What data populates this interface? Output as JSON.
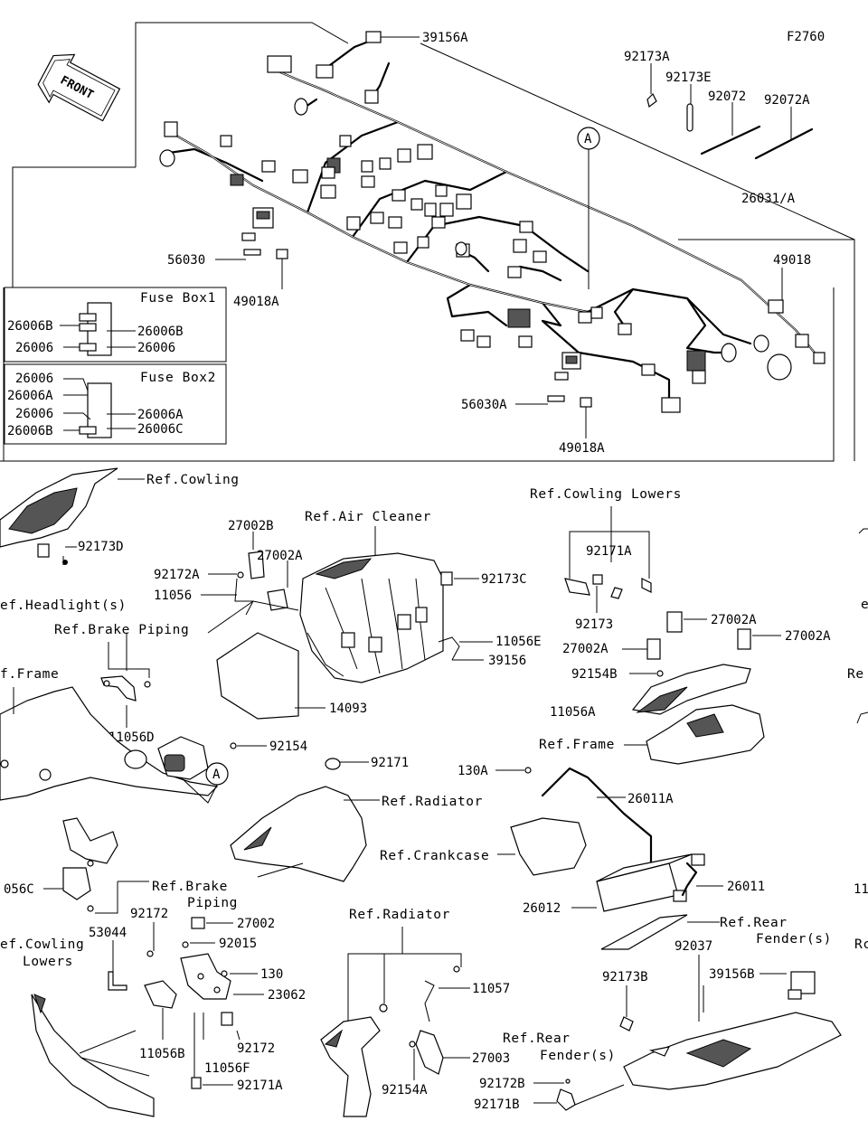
{
  "figure_code": "F2760",
  "front_arrow_label": "FRONT",
  "callout_letter": "A",
  "fuse_boxes": [
    {
      "title": "Fuse Box1",
      "left_labels": [
        "26006B",
        "26006"
      ],
      "right_labels": [
        "26006B",
        "26006"
      ]
    },
    {
      "title": "Fuse Box2",
      "left_labels": [
        "26006",
        "26006A",
        "26006",
        "26006B"
      ],
      "right_labels": [
        "26006A",
        "26006C"
      ]
    }
  ],
  "harness_labels": {
    "p39156A": "39156A",
    "p92173A": "92173A",
    "p92173E": "92173E",
    "p92072": "92072",
    "p92072A": "92072A",
    "p26031A": "26031/A",
    "p49018": "49018",
    "p56030": "56030",
    "p49018A_1": "49018A",
    "p56030A": "56030A",
    "p49018A_2": "49018A"
  },
  "lower_labels": {
    "p27002B": "27002B",
    "p27002A_1": "27002A",
    "p92172A": "92172A",
    "p11056": "11056",
    "p92173C": "92173C",
    "p11056E": "11056E",
    "p39156": "39156",
    "p14093": "14093",
    "p92173D": "92173D",
    "p11056D": "11056D",
    "p92154": "92154",
    "p92171": "92171",
    "p92171A_top": "92171A",
    "p92173": "92173",
    "p27002A_2": "27002A",
    "p27002A_3": "27002A",
    "p27002A_4": "27002A",
    "p92154B": "92154B",
    "p11056A": "11056A",
    "p130A": "130A",
    "p26011A": "26011A",
    "p26011": "26011",
    "p26012": "26012",
    "p92037": "92037",
    "p39156B": "39156B",
    "p92173B": "92173B",
    "p92172B": "92172B",
    "p92171B": "92171B",
    "p11057": "11057",
    "p27003": "27003",
    "p92154A": "92154A",
    "p056C": "056C",
    "p92172_1": "92172",
    "p53044": "53044",
    "p27002": "27002",
    "p92015": "92015",
    "p130": "130",
    "p23062": "23062",
    "p11056B": "11056B",
    "p11056F": "11056F",
    "p92172_2": "92172",
    "p92171A_bottom": "92171A",
    "p11_edge": "11"
  },
  "ref_labels": {
    "cowling": "Ref.Cowling",
    "air_cleaner": "Ref.Air Cleaner",
    "cowling_lowers_top": "Ref.Cowling Lowers",
    "headlight": "ef.Headlight(s)",
    "brake_piping_1": "Ref.Brake Piping",
    "frame_left": "f.Frame",
    "frame_mid": "Ref.Frame",
    "radiator_1": "Ref.Radiator",
    "crankcase": "Ref.Crankcase",
    "brake_piping_2a": "Ref.Brake",
    "brake_piping_2b": "Piping",
    "rear_fender_1a": "Ref.Rear",
    "rear_fender_1b": "Fender(s)",
    "cowling_lowers_b1": "ef.Cowling",
    "cowling_lowers_b2": "Lowers",
    "radiator_2": "Ref.Radiator",
    "rear_fender_2a": "Ref.Rear",
    "rear_fender_2b": "Fender(s)",
    "edge_re": "Re",
    "edge_e": "e",
    "edge_rc": "Rc"
  }
}
